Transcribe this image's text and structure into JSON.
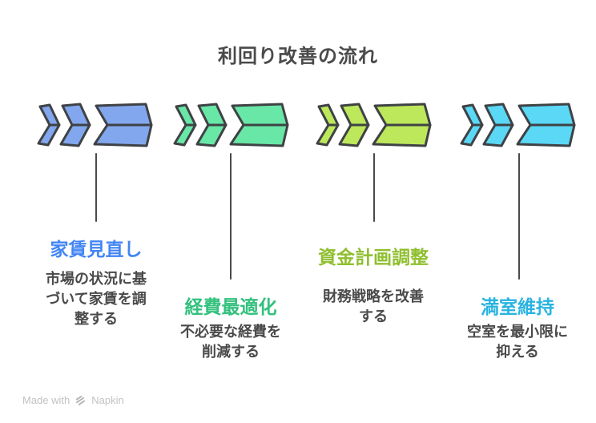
{
  "title": "利回り改善の流れ",
  "colors": {
    "stroke": "#3f4245",
    "text": "#4a4a4a",
    "connector": "#4a4a4a",
    "footer_text": "#c2c2c2"
  },
  "steps": [
    {
      "label": "家賃見直し",
      "description": "市場の状況に基\nづいて家賃を調\n整する",
      "arrow_color": "#82a7ee",
      "label_color": "#4285f4"
    },
    {
      "label": "経費最適化",
      "description": "不必要な経費を\n削減する",
      "arrow_color": "#69e7a7",
      "label_color": "#33c17d"
    },
    {
      "label": "資金計画調整",
      "description": "財務戦略を改善\nする",
      "arrow_color": "#bde85b",
      "label_color": "#8fbf2f"
    },
    {
      "label": "満室維持",
      "description": "空室を最小限に\n抑える",
      "arrow_color": "#5ad8f6",
      "label_color": "#29b3e1"
    }
  ],
  "footer": {
    "made_with": "Made with",
    "brand": "Napkin"
  }
}
